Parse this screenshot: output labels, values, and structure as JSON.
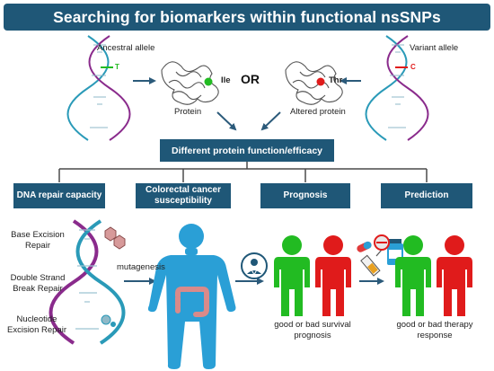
{
  "title": "Searching for biomarkers within functional nsSNPs",
  "top": {
    "ancestral_allele": "Ancestral allele",
    "variant_allele": "Variant allele",
    "ancestral_nt": "T",
    "variant_nt": "C",
    "aa_ancestral": "Ile",
    "aa_variant": "Thr",
    "or": "OR",
    "protein": "Protein",
    "altered_protein": "Altered protein"
  },
  "central_box": "Different protein function/efficacy",
  "categories": [
    "DNA repair capacity",
    "Colorectal cancer susceptibility",
    "Prognosis",
    "Prediction"
  ],
  "repair": {
    "ber": "Base Excision Repair",
    "dsbr": "Double Strand Break Repair",
    "ner": "Nucleotide Excision Repair"
  },
  "mutagenesis": "mutagenesis",
  "prognosis_caption": "good or bad survival prognosis",
  "therapy_caption": "good or bad therapy response",
  "colors": {
    "header_bg": "#1f5777",
    "arrow": "#2b5a7a",
    "good": "#22bb22",
    "bad": "#e01b1b",
    "dna_purple": "#8a2b8c",
    "dna_teal": "#2a9ab8",
    "body_blue": "#2a9fd6",
    "colon": "#d98a8a"
  }
}
